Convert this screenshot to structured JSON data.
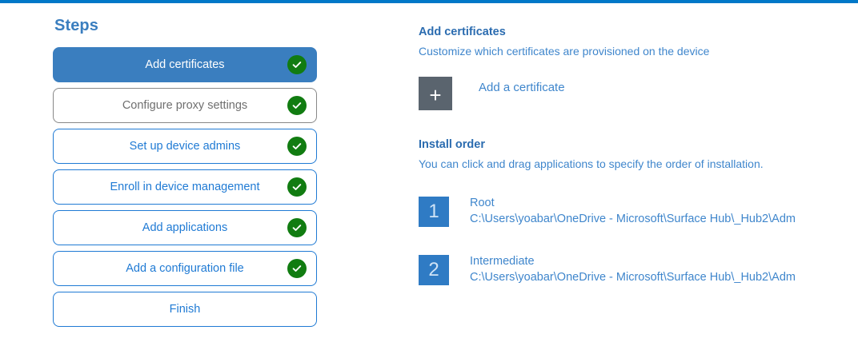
{
  "accent_color": "#0078c8",
  "steps": {
    "heading": "Steps",
    "items": [
      {
        "label": "Add certificates",
        "state": "active",
        "completed": true
      },
      {
        "label": "Configure proxy settings",
        "state": "muted",
        "completed": true
      },
      {
        "label": "Set up device admins",
        "state": "default",
        "completed": true
      },
      {
        "label": "Enroll in device management",
        "state": "default",
        "completed": true
      },
      {
        "label": "Add applications",
        "state": "default",
        "completed": true
      },
      {
        "label": "Add a configuration file",
        "state": "default",
        "completed": true
      },
      {
        "label": "Finish",
        "state": "default",
        "completed": false
      }
    ]
  },
  "detail": {
    "title": "Add certificates",
    "subtitle": "Customize which certificates are provisioned on the device",
    "add_certificate_label": "Add a certificate",
    "add_icon": "plus-icon",
    "install_order": {
      "title": "Install order",
      "subtitle": "You can click and drag applications to specify the order of installation.",
      "items": [
        {
          "number": "1",
          "name": "Root",
          "path": "C:\\Users\\yoabar\\OneDrive - Microsoft\\Surface Hub\\_Hub2\\Adm"
        },
        {
          "number": "2",
          "name": "Intermediate",
          "path": "C:\\Users\\yoabar\\OneDrive - Microsoft\\Surface Hub\\_Hub2\\Adm"
        }
      ]
    }
  }
}
